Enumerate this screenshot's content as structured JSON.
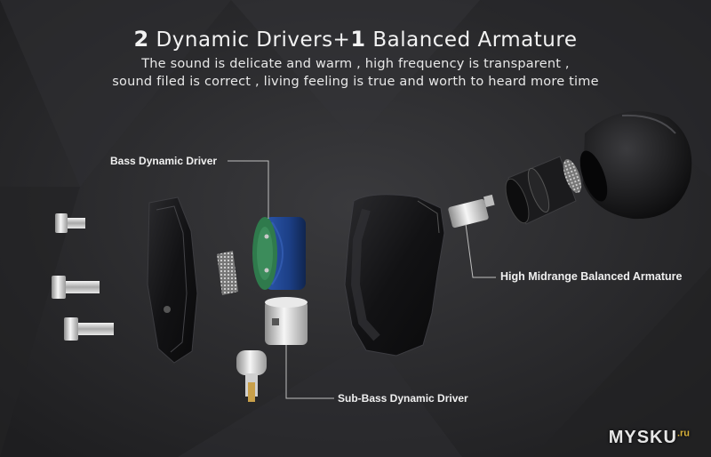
{
  "header": {
    "title_num1": "2",
    "title_part1": " Dynamic Drivers+",
    "title_num2": "1",
    "title_part2": " Balanced Armature",
    "subtitle_line1": "The sound is delicate and warm , high frequency is transparent ,",
    "subtitle_line2": "sound filed is correct , living feeling is true and worth to  heard more time"
  },
  "callouts": {
    "bass": "Bass Dynamic Driver",
    "armature": "High Midrange Balanced Armature",
    "subbass": "Sub-Bass Dynamic Driver"
  },
  "watermark": {
    "text": "MYSKU",
    "suffix": ".ru"
  },
  "colors": {
    "background": "#2a2a2c",
    "driver_blue": "#1c3f86",
    "driver_face": "#2f7a4c",
    "shell": "#141416",
    "metal": "#d8d8d8",
    "accent": "#d9b23b"
  }
}
